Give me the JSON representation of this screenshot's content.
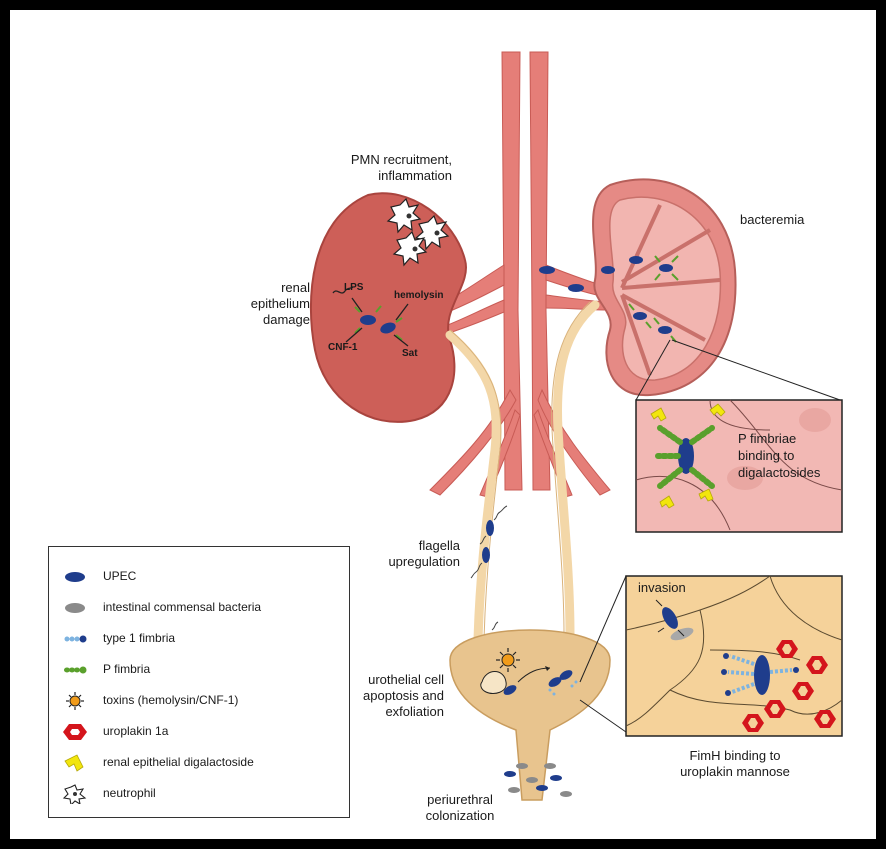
{
  "labels": {
    "pmn": "PMN recruitment,\ninflammation",
    "bacteremia": "bacteremia",
    "renal_damage": "renal\nepithelium\ndamage",
    "lps": "LPS",
    "hemolysin": "hemolysin",
    "cnf1": "CNF-1",
    "sat": "Sat",
    "p_fimbriae": "P fimbriae\nbinding to\ndigalactosides",
    "flagella": "flagella\nupregulation",
    "invasion": "invasion",
    "urothelial": "urothelial cell\napoptosis and\nexfoliation",
    "fimh": "FimH binding to\nuroplakin mannose",
    "periurethral": "periurethral\ncolonization"
  },
  "legend": {
    "items": [
      {
        "icon": "upec-icon",
        "label": "UPEC"
      },
      {
        "icon": "commensal-bacteria-icon",
        "label": "intestinal commensal bacteria"
      },
      {
        "icon": "type1-fimbria-icon",
        "label": "type 1 fimbria"
      },
      {
        "icon": "p-fimbria-icon",
        "label": "P fimbria"
      },
      {
        "icon": "toxin-icon",
        "label": "toxins (hemolysin/CNF-1)"
      },
      {
        "icon": "uroplakin-icon",
        "label": "uroplakin 1a"
      },
      {
        "icon": "digalactoside-icon",
        "label": "renal epithelial digalactoside"
      },
      {
        "icon": "neutrophil-icon",
        "label": "neutrophil"
      }
    ]
  },
  "colors": {
    "kidney_left": "#cd5f58",
    "kidney_right": "#e58a85",
    "vessel": "#e57e78",
    "ureter": "#f3d7a8",
    "bladder": "#e8c48e",
    "upec": "#1f3d8c",
    "commensal": "#8a8a8a",
    "p_fimbria": "#5aa02c",
    "uroplakin": "#d4151c",
    "digalactoside": "#f2e60d"
  }
}
